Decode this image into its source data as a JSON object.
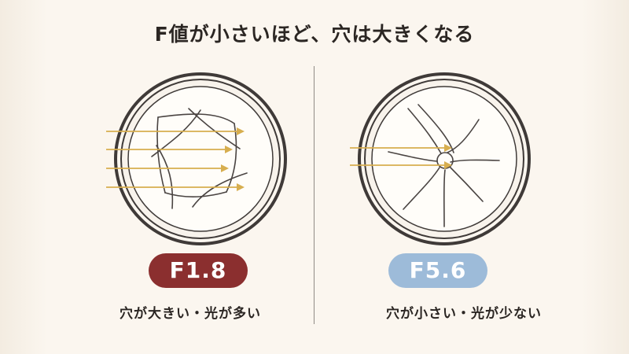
{
  "title": "F値が小さいほど、穴は大きくなる",
  "left": {
    "label": "F1.8",
    "caption": "穴が大きい・光が多い",
    "badge_color": "#8b2f2f",
    "arrow_count": 4
  },
  "right": {
    "label": "F5.6",
    "caption": "穴が小さい・光が少ない",
    "badge_color": "#9dbbd9",
    "arrow_count": 2
  },
  "colors": {
    "background": "#fbf6ef",
    "ring": "#3f3a38",
    "arrow": "#d7ae4f",
    "text": "#2b2623"
  }
}
